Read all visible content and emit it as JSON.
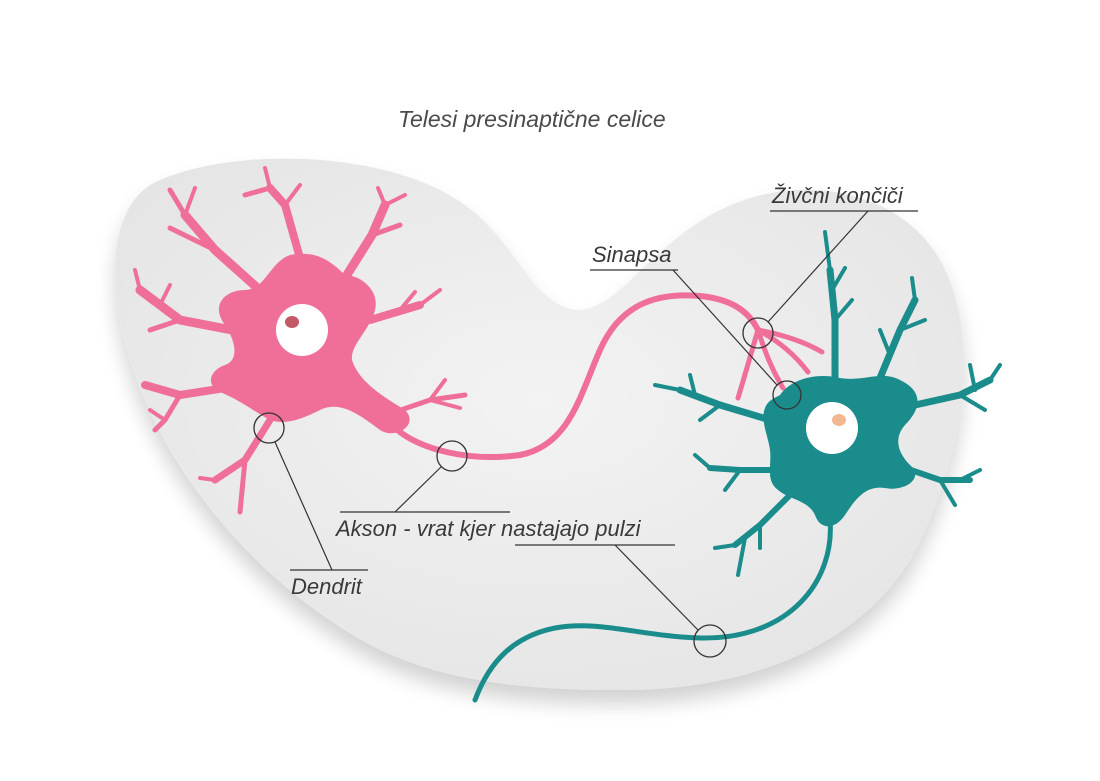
{
  "diagram": {
    "title": "Telesi presinaptične celice",
    "labels": {
      "nerve_endings": "Živčni končiči",
      "synapse": "Sinapsa",
      "axon": "Akson - vrat kjer nastajajo pulzi",
      "dendrite": "Dendrit"
    },
    "colors": {
      "presynaptic_neuron": "#ef6f98",
      "postsynaptic_neuron": "#1a8c8c",
      "background_blob": "#ececec",
      "nucleus": "#ffffff",
      "presynaptic_nucleolus": "#c15a66",
      "postsynaptic_nucleolus": "#f3b892",
      "leader_lines": "#333333",
      "label_text": "#3a3a3a"
    }
  }
}
